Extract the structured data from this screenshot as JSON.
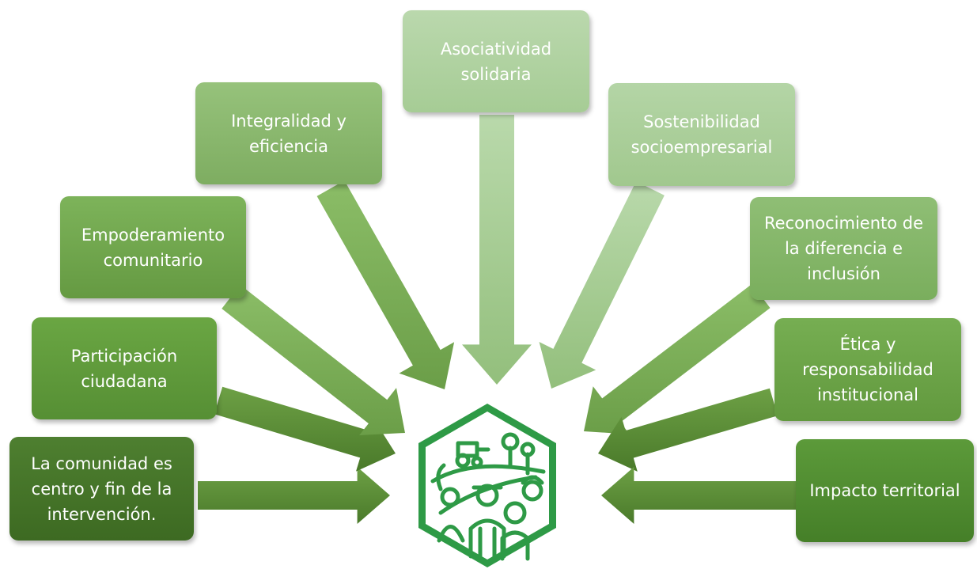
{
  "diagram": {
    "principles": [
      {
        "id": "comunidad",
        "label": "La comunidad es\ncentro y fin de la\nintervención."
      },
      {
        "id": "participacion",
        "label": "Participación\nciudadana"
      },
      {
        "id": "empoderamiento",
        "label": "Empoderamiento\ncomunitario"
      },
      {
        "id": "integralidad",
        "label": "Integralidad y\neficiencia"
      },
      {
        "id": "asociatividad",
        "label": "Asociatividad\nsolidaria"
      },
      {
        "id": "sostenibilidad",
        "label": "Sostenibilidad\nsocioempresarial"
      },
      {
        "id": "reconocimiento",
        "label": "Reconocimiento de\nla diferencia e\ninclusión"
      },
      {
        "id": "etica",
        "label": "Ética y\nresponsabilidad\ninstitucional"
      },
      {
        "id": "impacto",
        "label": "Impacto territorial"
      }
    ],
    "center_icon": "community-rural-logo-icon"
  },
  "colors": {
    "logo_green": "#2e9a46",
    "box_dark": "#4f7f2d",
    "box_light": "#b3d4a4"
  }
}
